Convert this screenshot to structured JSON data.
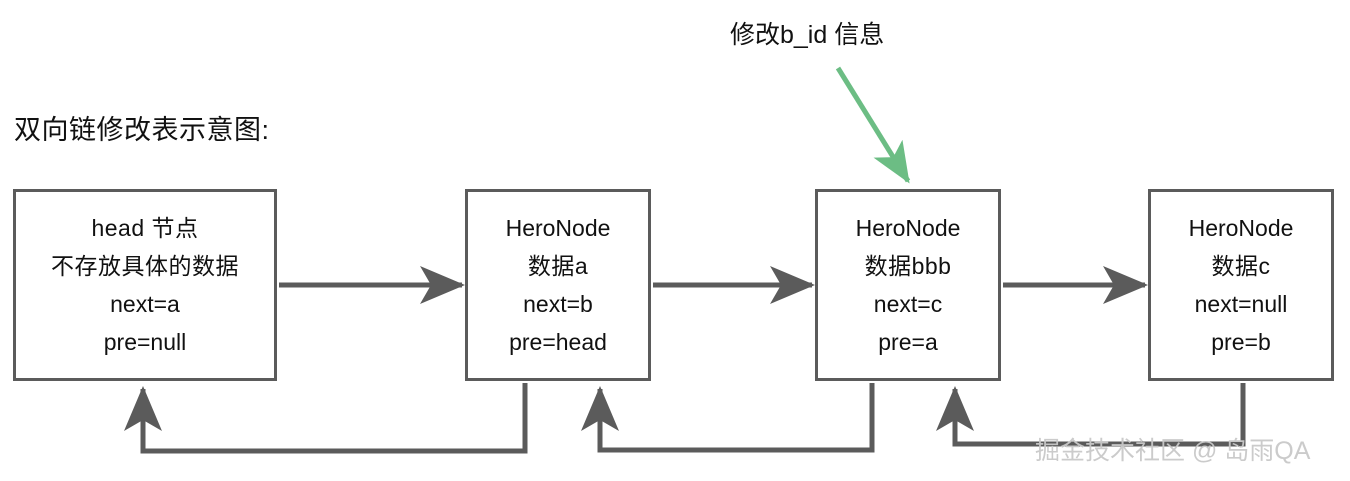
{
  "diagram": {
    "title": "双向链修改表示意图:",
    "callout": {
      "label": "修改b_id 信息",
      "arrow_color": "#6cbd84"
    },
    "stroke_color": "#5b5b5b",
    "text_color": "#111111",
    "background": "#ffffff",
    "watermark": "掘金技术社区 @ 岛雨QA",
    "nodes": [
      {
        "id": "head",
        "lines": [
          "head 节点",
          "不存放具体的数据",
          "next=a",
          "pre=null"
        ]
      },
      {
        "id": "a",
        "lines": [
          "HeroNode",
          "数据a",
          "next=b",
          "pre=head"
        ]
      },
      {
        "id": "b",
        "lines": [
          "HeroNode",
          "数据bbb",
          "next=c",
          "pre=a"
        ]
      },
      {
        "id": "c",
        "lines": [
          "HeroNode",
          "数据c",
          "next=null",
          "pre=b"
        ]
      }
    ]
  }
}
